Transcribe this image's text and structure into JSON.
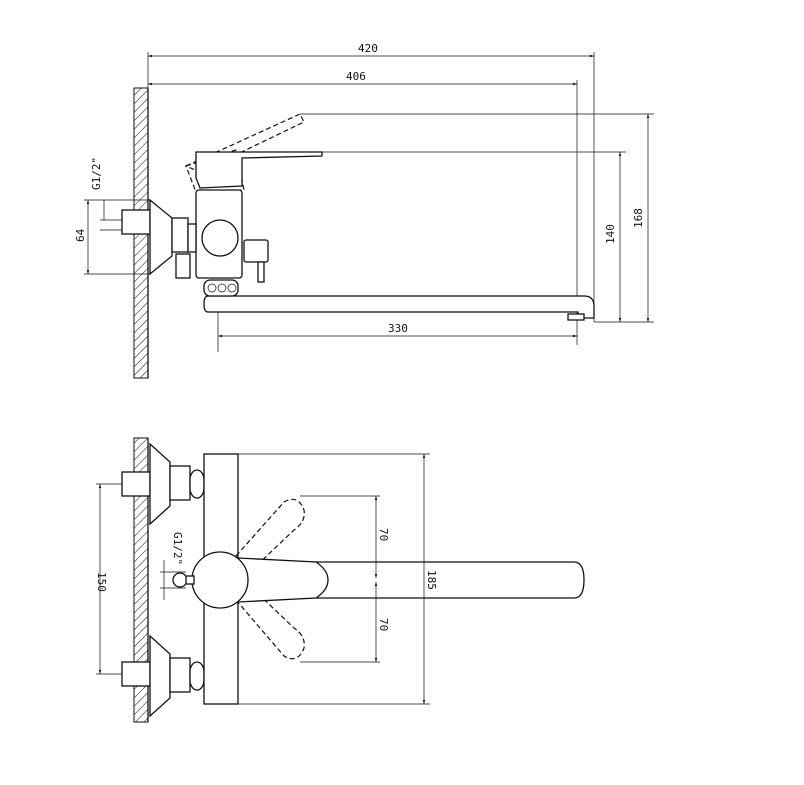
{
  "top_view": {
    "dims": {
      "overall_width": "420",
      "width_to_spout": "406",
      "thread": "G1/2\"",
      "inlet_height": "64",
      "spout_reach": "330",
      "spout_height": "140",
      "lever_height": "168"
    }
  },
  "bottom_view": {
    "dims": {
      "thread": "G1/2\"",
      "inlet_spacing": "150",
      "lever_swing_up": "70",
      "lever_swing_down": "70",
      "body_height": "185"
    }
  }
}
